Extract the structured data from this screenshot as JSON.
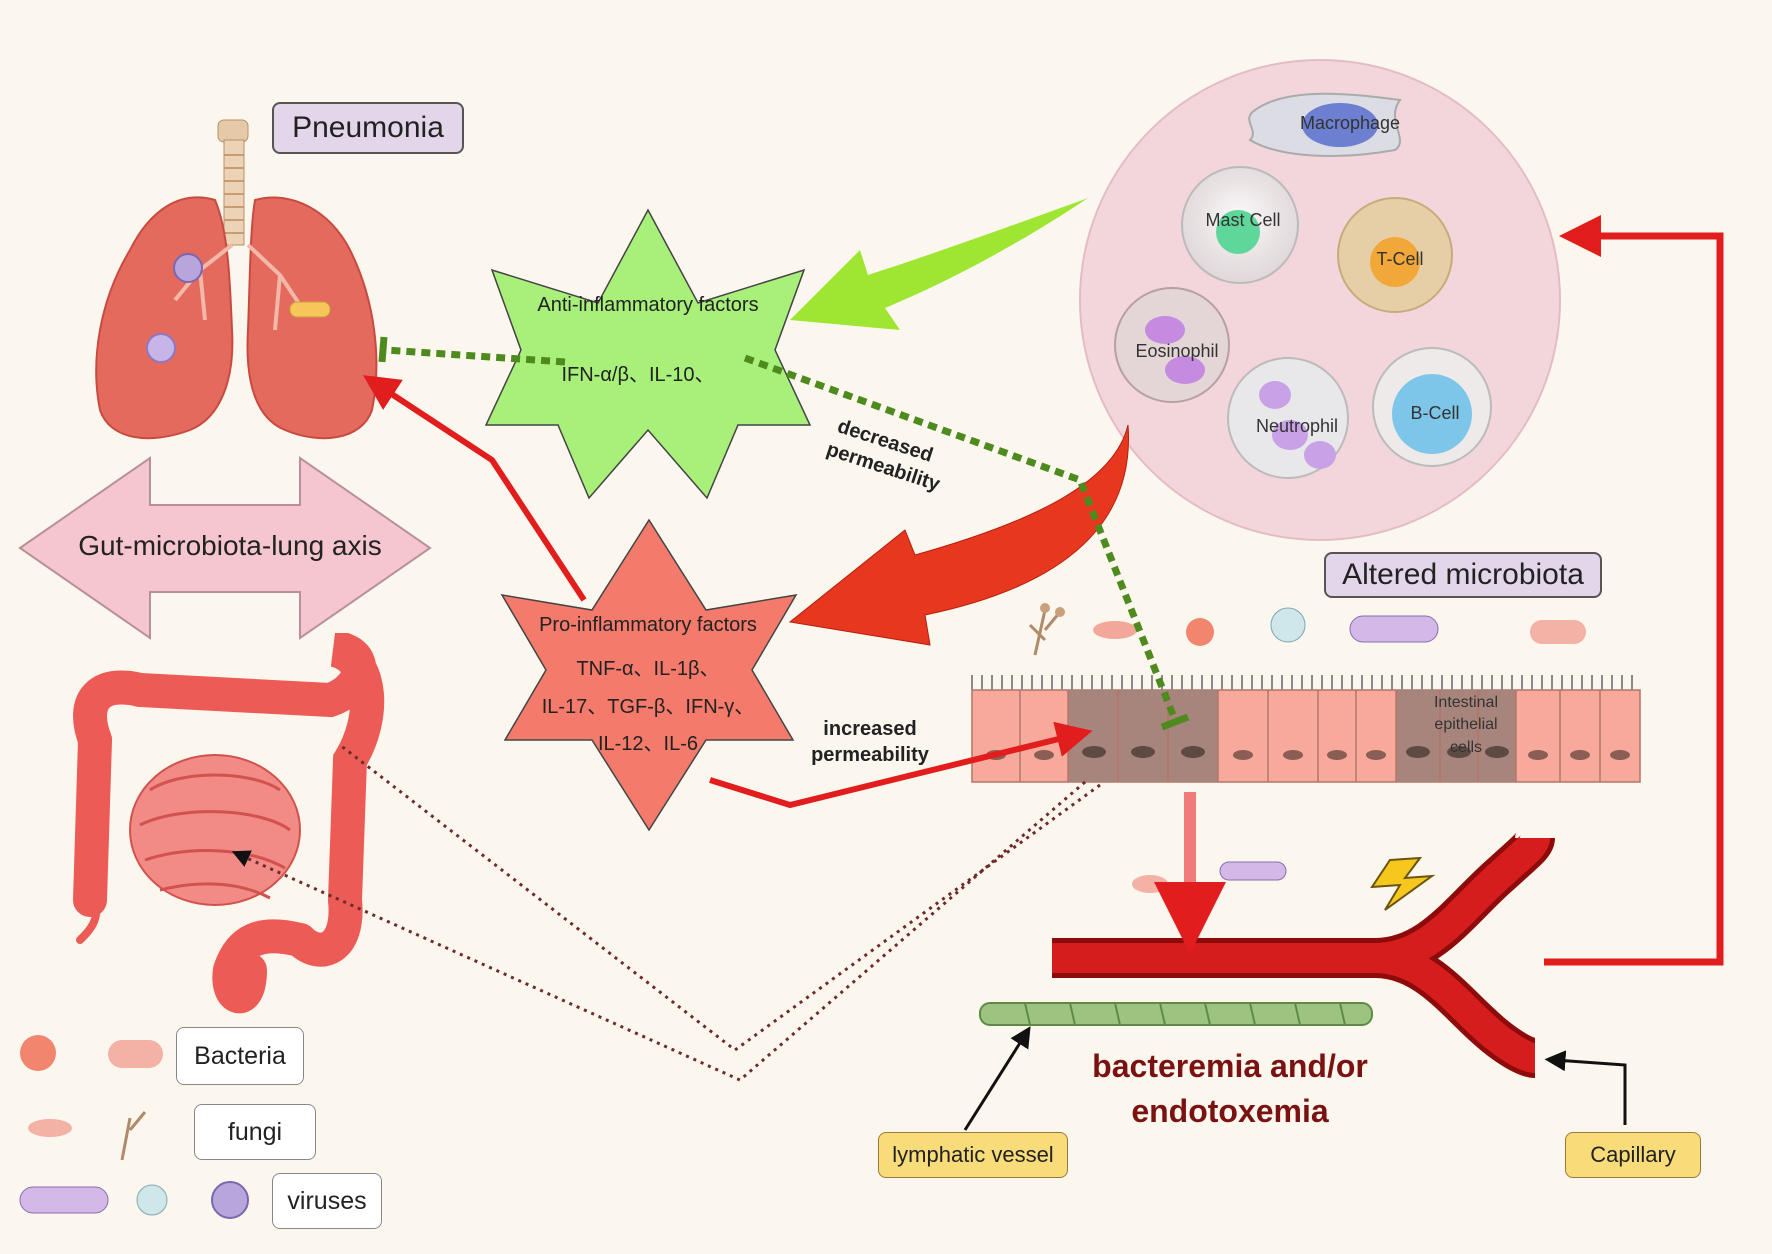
{
  "labels": {
    "pneumonia": "Pneumonia",
    "axis": "Gut-microbiota-lung axis",
    "altered_microbiota": "Altered microbiota",
    "anti_title": "Anti-inflammatory factors",
    "anti_list": "IFN-α/β、IL-10、",
    "pro_title": "Pro-inflammatory factors",
    "pro_line1": "TNF-α、IL-1β、",
    "pro_line2": "IL-17、TGF-β、IFN-γ、",
    "pro_line3": "IL-12、IL-6",
    "decreased": "decreased",
    "permeability_1": "permeability",
    "increased": "increased",
    "permeability_2": "permeability",
    "intestinal_1": "Intestinal",
    "intestinal_2": "epithelial",
    "intestinal_3": "cells",
    "bacteremia_1": "bacteremia and/or",
    "bacteremia_2": "endotoxemia",
    "lymphatic": "lymphatic vessel",
    "capillary": "Capillary"
  },
  "immune_cells": {
    "macrophage": "Macrophage",
    "mast": "Mast Cell",
    "tcell": "T-Cell",
    "eosinophil": "Eosinophil",
    "neutrophil": "Neutrophil",
    "bcell": "B-Cell"
  },
  "legend": {
    "bacteria": "Bacteria",
    "fungi": "fungi",
    "viruses": "viruses"
  },
  "colors": {
    "background": "#fbf7ee",
    "anti_star": "#a8f07a",
    "pro_star": "#f47a6c",
    "red_arrow": "#e21d1d",
    "green_dash": "#4f8a1e",
    "dark_dots": "#6e2a2a",
    "immune_circle": "#f3d6dc"
  }
}
